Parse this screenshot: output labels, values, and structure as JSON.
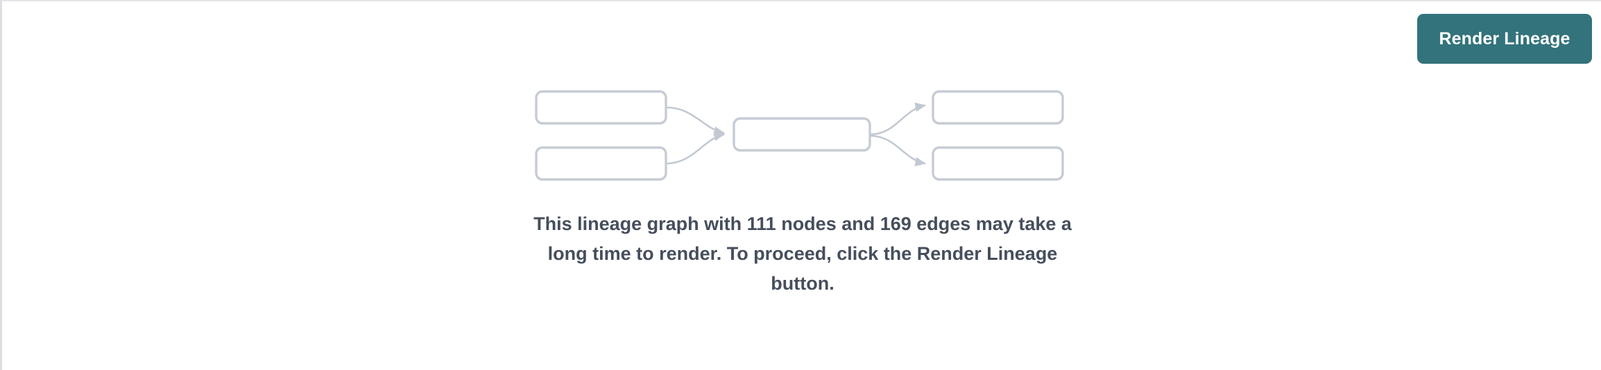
{
  "theme": {
    "background": "#ffffff",
    "accent_teal": "#33737b",
    "text_slate": "#464e5c",
    "node_border": "#c6ccd4",
    "edge_stroke": "#c2c9d2",
    "panel_border_top": "#e3e5e8",
    "panel_border_left": "#dcdee1"
  },
  "toolbar": {
    "render_lineage_label": "Render Lineage"
  },
  "empty_state": {
    "message": "This lineage graph with 111 nodes and 169 edges may take a long time to render. To proceed, click the Render Lineage button.",
    "node_count": 111,
    "edge_count": 169,
    "illustration": {
      "name": "lineage-graph-placeholder",
      "nodes": [
        {
          "id": "upstream-top",
          "label": ""
        },
        {
          "id": "upstream-bottom",
          "label": ""
        },
        {
          "id": "center",
          "label": ""
        },
        {
          "id": "downstream-top",
          "label": ""
        },
        {
          "id": "downstream-bottom",
          "label": ""
        }
      ],
      "edges": [
        {
          "from": "upstream-top",
          "to": "center"
        },
        {
          "from": "upstream-bottom",
          "to": "center"
        },
        {
          "from": "center",
          "to": "downstream-top"
        },
        {
          "from": "center",
          "to": "downstream-bottom"
        }
      ]
    }
  }
}
